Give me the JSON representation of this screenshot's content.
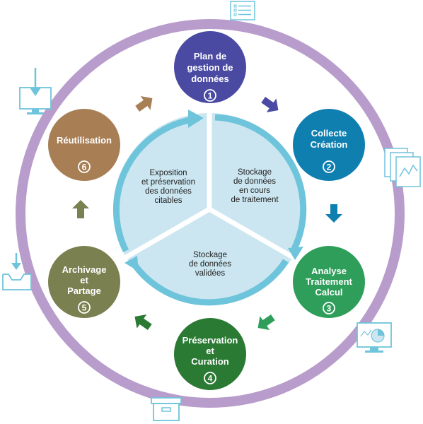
{
  "diagram": {
    "colors": {
      "outer_ring": "#b89ccb",
      "inner_disc": "#cbe6f0",
      "inner_arrows": "#6ec4db",
      "plan": "#4a4aa3",
      "collecte": "#0f7fb0",
      "analyse": "#2e9e5a",
      "preservation": "#2a7a34",
      "archivage": "#7b8050",
      "reutilisation": "#a87f55"
    },
    "steps": [
      {
        "id": "plan",
        "lines": [
          "Plan de",
          "gestion de",
          "données"
        ],
        "number": "1",
        "color": "#4a4aa3"
      },
      {
        "id": "collecte",
        "lines": [
          "Collecte",
          "Création"
        ],
        "number": "2",
        "color": "#0f7fb0"
      },
      {
        "id": "analyse",
        "lines": [
          "Analyse",
          "Traitement",
          "Calcul"
        ],
        "number": "3",
        "color": "#2e9e5a"
      },
      {
        "id": "preservation",
        "lines": [
          "Préservation",
          "et",
          "Curation"
        ],
        "number": "4",
        "color": "#2a7a34"
      },
      {
        "id": "archivage",
        "lines": [
          "Archivage",
          "et",
          "Partage"
        ],
        "number": "5",
        "color": "#7b8050"
      },
      {
        "id": "reutilisation",
        "lines": [
          "Réutilisation"
        ],
        "number": "6",
        "color": "#a87f55"
      }
    ],
    "sectors": {
      "stockage_cours": [
        "Stockage",
        "de données",
        "en cours",
        "de traitement"
      ],
      "stockage_validees": [
        "Stockage",
        "de données",
        "validées"
      ],
      "exposition": [
        "Exposition",
        "et préservation",
        "des données",
        "citables"
      ]
    },
    "icons": [
      "checklist-icon",
      "documents-chart-icon",
      "monitor-piechart-icon",
      "archive-box-icon",
      "tray-download-icon",
      "monitor-download-icon"
    ]
  }
}
